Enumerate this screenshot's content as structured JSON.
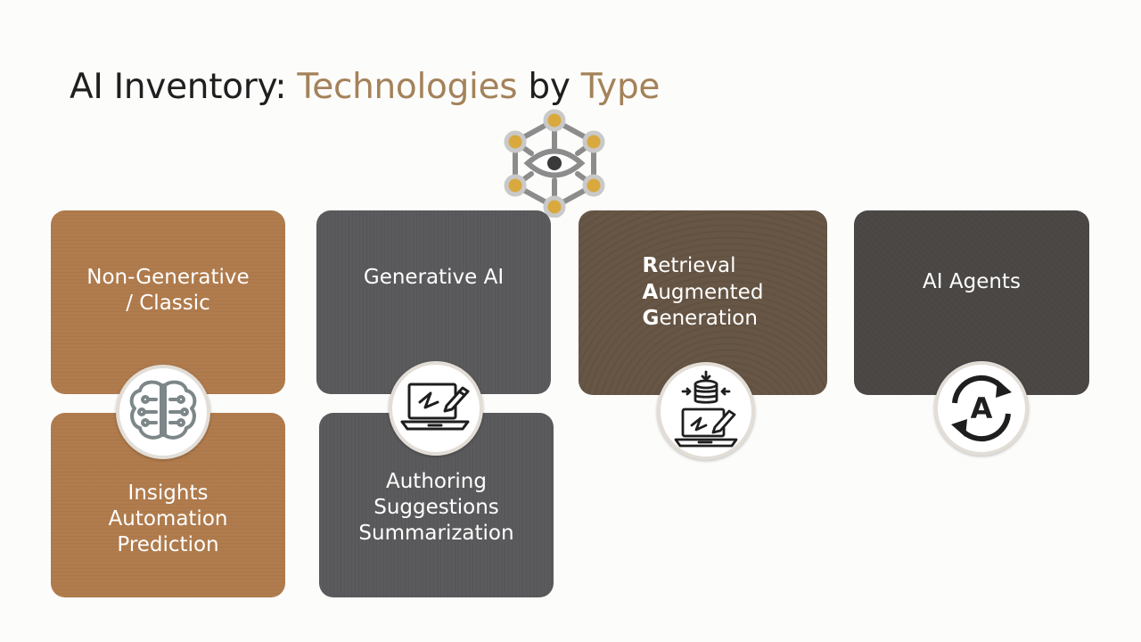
{
  "title": {
    "part1": "AI Inventory: ",
    "accent1": "Technologies",
    "part2": " by ",
    "accent2": "Type"
  },
  "colors": {
    "accent": "#a4825a",
    "tan": "#b17c4d",
    "gray": "#5b5b5d",
    "brown": "#675645",
    "dark": "#4b4846",
    "node_gold": "#d9a93e"
  },
  "icons": {
    "header": "network-eye-icon",
    "non_generative": "brain-circuit-icon",
    "generative": "laptop-pen-icon",
    "rag": "database-laptop-icon",
    "agents": "agent-cycle-icon"
  },
  "cards": {
    "non_generative": {
      "line1": "Non-Generative",
      "line2": "/ Classic"
    },
    "non_generative_uses": {
      "line1": "Insights",
      "line2": "Automation",
      "line3": "Prediction"
    },
    "generative": {
      "label": "Generative AI"
    },
    "generative_uses": {
      "line1": "Authoring",
      "line2": "Suggestions",
      "line3": "Summarization"
    },
    "rag": {
      "l1_first": "R",
      "l1_rest": "etrieval",
      "l2_first": "A",
      "l2_rest": "ugmented",
      "l3_first": "G",
      "l3_rest": "eneration"
    },
    "agents": {
      "label": "AI Agents",
      "icon_letter": "A"
    }
  }
}
